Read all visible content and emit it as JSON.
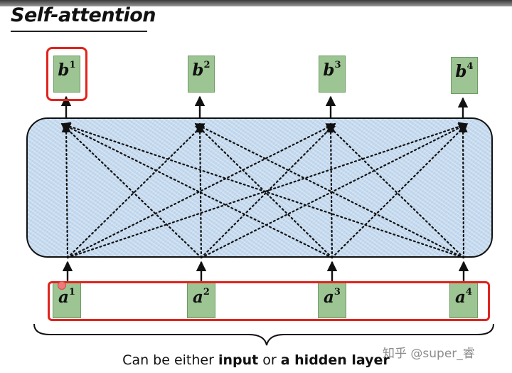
{
  "title": "Self-attention",
  "outputs": [
    {
      "letter": "b",
      "index": "1"
    },
    {
      "letter": "b",
      "index": "2"
    },
    {
      "letter": "b",
      "index": "3"
    },
    {
      "letter": "b",
      "index": "4"
    }
  ],
  "inputs": [
    {
      "letter": "a",
      "index": "1"
    },
    {
      "letter": "a",
      "index": "2"
    },
    {
      "letter": "a",
      "index": "3"
    },
    {
      "letter": "a",
      "index": "4"
    }
  ],
  "caption": {
    "prefix": "Can be either ",
    "bold1": "input",
    "mid": " or ",
    "bold2": "a hidden layer"
  },
  "watermark": "知乎 @super_睿",
  "colors": {
    "highlight": "#e0241d",
    "node_fill": "#9dc493",
    "block_fill": "#c4d9ee"
  }
}
